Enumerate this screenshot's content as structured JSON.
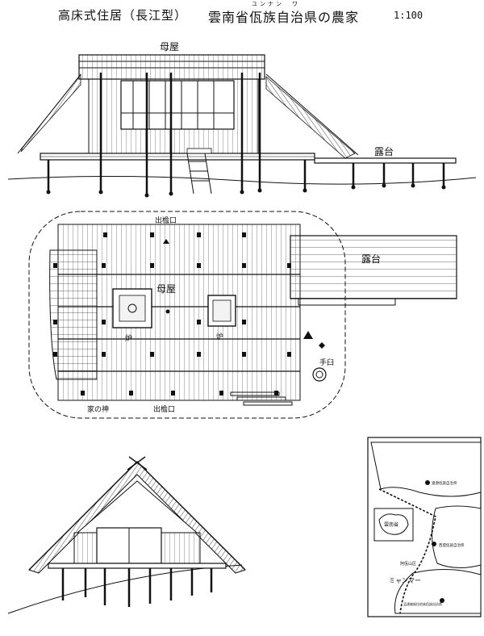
{
  "header": {
    "title": "高床式住居（長江型）",
    "place": "雲南省佤族自治県の農家",
    "ruby": "ユンナン　ワ",
    "scale": "1:100"
  },
  "elevation": {
    "main_house_label": "母屋",
    "terrace_label": "露台"
  },
  "plan": {
    "eaves_exit_top": "出檐口",
    "eaves_exit_bottom": "出檐口",
    "main_house_label": "母屋",
    "terrace_label": "露台",
    "hearth_left": "炉",
    "hearth_right": "炉",
    "mortar_label": "手臼",
    "house_god_label": "家の神"
  },
  "map": {
    "region_label": "雲南省",
    "place_1": "滄源佤族自治県",
    "place_2": "西盟佤族自治県",
    "place_3": "孟連傣族拉祜族佤族自治県",
    "mountain_label": "阿佤山区",
    "country_label": "ミャンマー"
  }
}
